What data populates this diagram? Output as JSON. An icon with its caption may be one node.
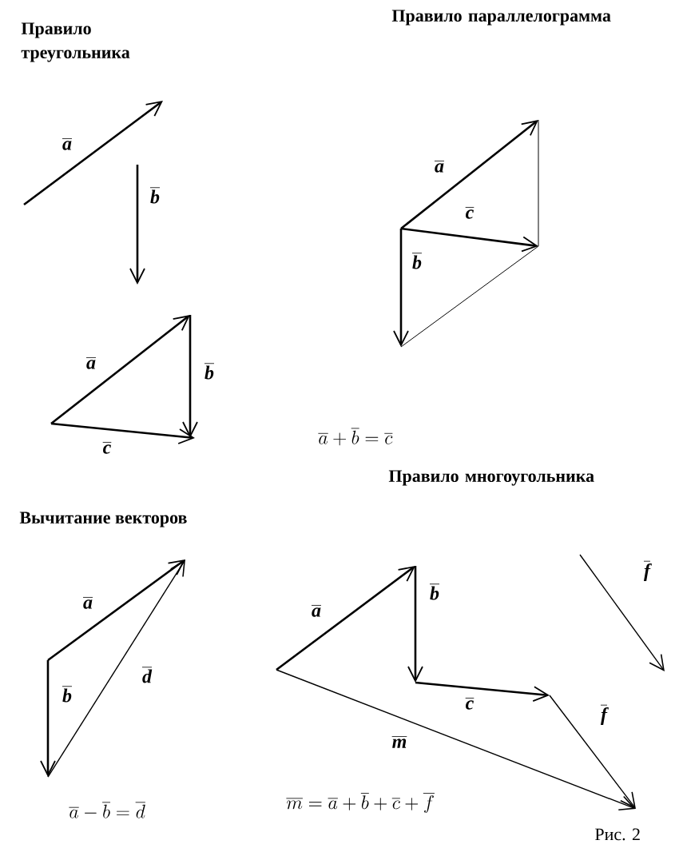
{
  "diagram": {
    "caption": "Рис. 2",
    "labels": [
      "Правило треугольника",
      "a",
      "b",
      "a",
      "b",
      "c",
      "Правило параллелограмма",
      "a",
      "c",
      "b",
      "\\overline{a}+\\overline{b}=\\overline{c}",
      "Вычитание векторов",
      "a",
      "b",
      "d",
      "\\overline{a}-\\overline{b}=\\overline{d}",
      "Правило многоугольника",
      "f",
      "a",
      "b",
      "c",
      "f",
      "m",
      "\\overline{m}=\\overline{a}+\\overline{b}+\\overline{c}+\\overline{f}"
    ]
  }
}
